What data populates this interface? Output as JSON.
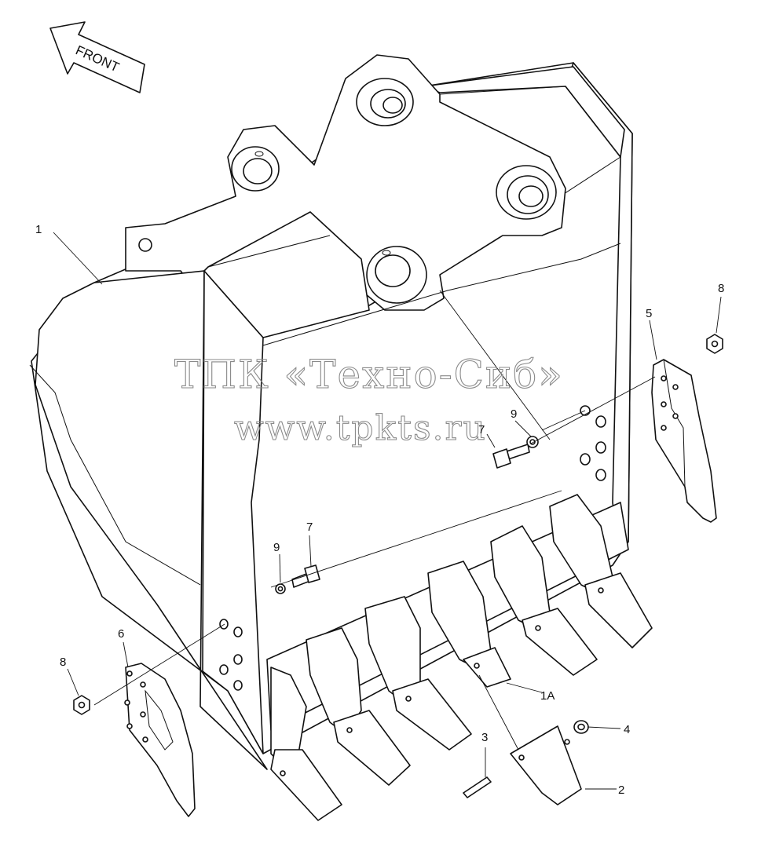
{
  "diagram": {
    "front_label": "FRONT",
    "callouts": [
      {
        "id": "1",
        "text": "1"
      },
      {
        "id": "1A",
        "text": "1A"
      },
      {
        "id": "2",
        "text": "2"
      },
      {
        "id": "3",
        "text": "3"
      },
      {
        "id": "4",
        "text": "4"
      },
      {
        "id": "5",
        "text": "5"
      },
      {
        "id": "6",
        "text": "6"
      },
      {
        "id": "7a",
        "text": "7"
      },
      {
        "id": "7b",
        "text": "7"
      },
      {
        "id": "8a",
        "text": "8"
      },
      {
        "id": "8b",
        "text": "8"
      },
      {
        "id": "9a",
        "text": "9"
      },
      {
        "id": "9b",
        "text": "9"
      }
    ]
  },
  "watermark": {
    "line1": "ТПК «Техно-Сиб»",
    "line2": "www.tpkts.ru"
  }
}
